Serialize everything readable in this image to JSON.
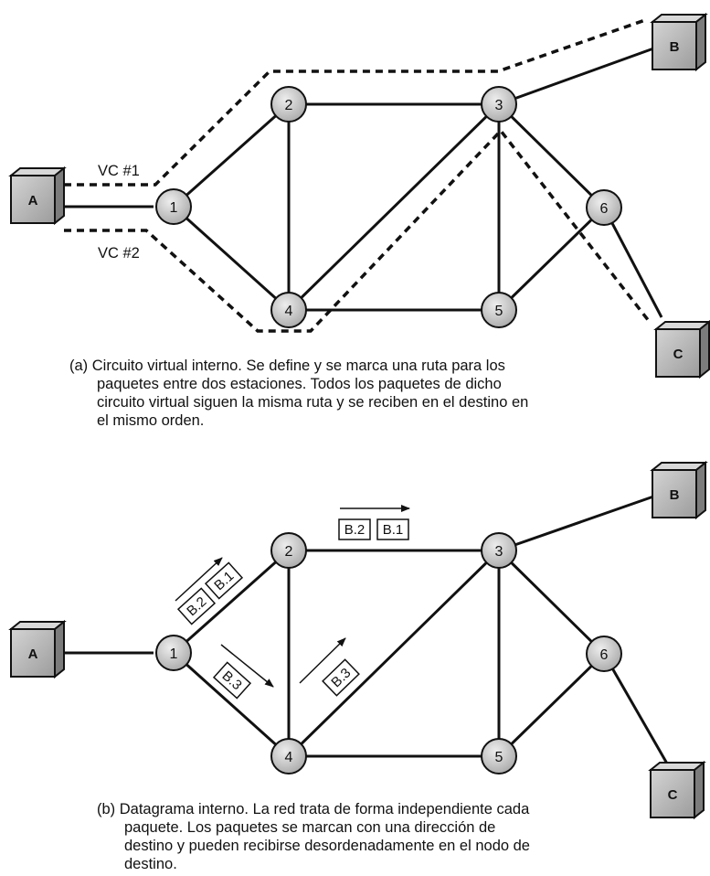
{
  "panels": [
    {
      "nodes": [
        "1",
        "2",
        "3",
        "4",
        "5",
        "6"
      ],
      "stations": [
        "A",
        "B",
        "C"
      ],
      "vc_labels": [
        "VC #1",
        "VC #2"
      ],
      "caption": [
        "(a) Circuito virtual interno. Se define y se marca una ruta para los",
        "paquetes entre dos estaciones. Todos los paquetes de dicho",
        "circuito virtual siguen la misma ruta y se reciben en el destino en",
        "el mismo orden."
      ]
    },
    {
      "nodes": [
        "1",
        "2",
        "3",
        "4",
        "5",
        "6"
      ],
      "stations": [
        "A",
        "B",
        "C"
      ],
      "packets": [
        "B.2",
        "B.1",
        "B.3"
      ],
      "caption": [
        "(b) Datagrama interno. La red trata de forma independiente cada",
        "paquete. Los paquetes se marcan con una dirección de",
        "destino y pueden recibirse desordenadamente en el nodo de",
        "destino."
      ]
    }
  ]
}
